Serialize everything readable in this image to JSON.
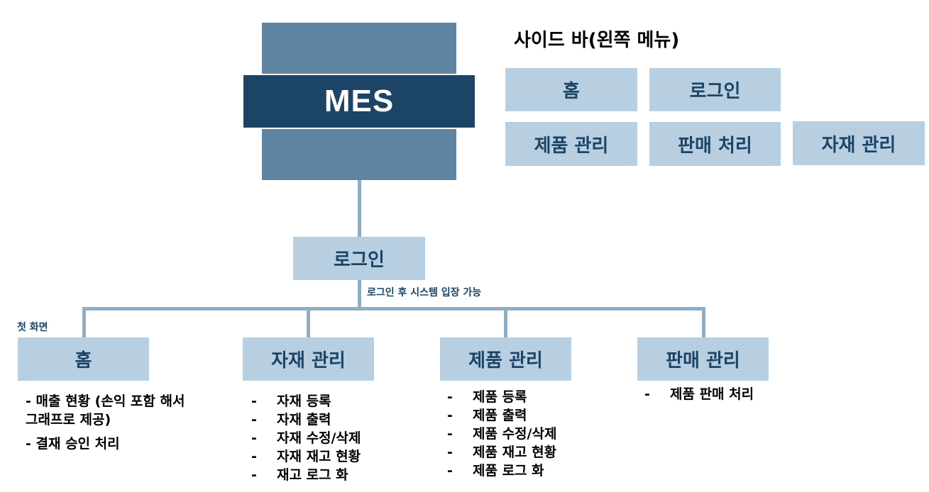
{
  "root": {
    "label": "MES"
  },
  "sidebar_panel": {
    "title": "사이드 바(왼쪽 메뉴)",
    "items": [
      {
        "label": "홈"
      },
      {
        "label": "로그인"
      },
      {
        "label": "제품 관리"
      },
      {
        "label": "판매 처리"
      },
      {
        "label": "자재 관리"
      }
    ]
  },
  "login": {
    "label": "로그인",
    "note": "로그인 후 시스템 입장 가능"
  },
  "branches": [
    {
      "label": "홈",
      "note": "첫 화면",
      "items": [
        "- 매출 현황 (손익 포함 해서 그래프로 제공)",
        "- 결재 승인 처리"
      ]
    },
    {
      "label": "자재 관리",
      "items": [
        "자재 등록",
        "자재 출력",
        "자재 수정/삭제",
        "자재 재고 현황",
        "재고 로그 화"
      ]
    },
    {
      "label": "제품 관리",
      "items": [
        "제품 등록",
        "제품 출력",
        "제품 수정/삭제",
        "제품 재고 현황",
        "제품 로그 화"
      ]
    },
    {
      "label": "판매 관리",
      "items": [
        "제품 판매 처리"
      ]
    }
  ],
  "bullet": "-",
  "colors": {
    "root_dark": "#1c4466",
    "root_light": "#5f84a2",
    "box": "#b7cfe1",
    "connector": "#8fadc3",
    "box_text": "#1c4466"
  }
}
